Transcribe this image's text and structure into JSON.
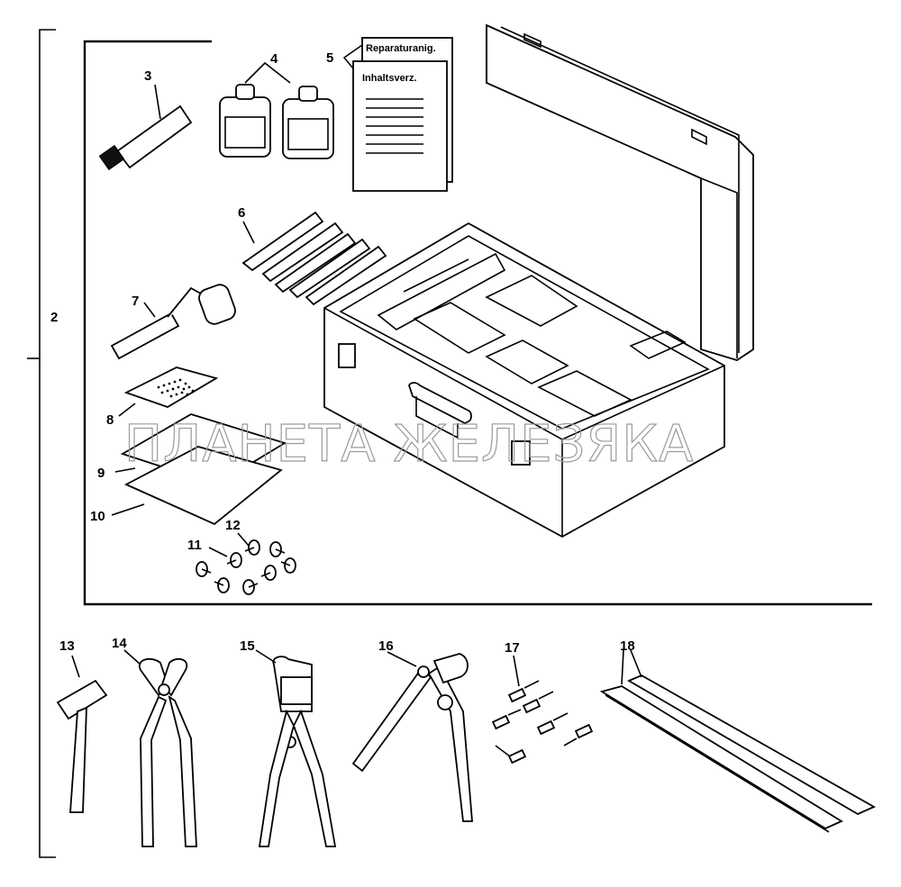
{
  "diagram": {
    "callouts": {
      "c2": "2",
      "c3": "3",
      "c4": "4",
      "c5": "5",
      "c6": "6",
      "c7": "7",
      "c8": "8",
      "c9": "9",
      "c10": "10",
      "c11": "11",
      "c12": "12",
      "c13": "13",
      "c14": "14",
      "c15": "15",
      "c16": "16",
      "c17": "17",
      "c18": "18"
    },
    "documents": {
      "back_title": "Reparaturanig.",
      "front_title": "Inhaltsverz."
    },
    "watermark": "ПЛАНЕТА ЖЕЛЕЗЯКА"
  }
}
